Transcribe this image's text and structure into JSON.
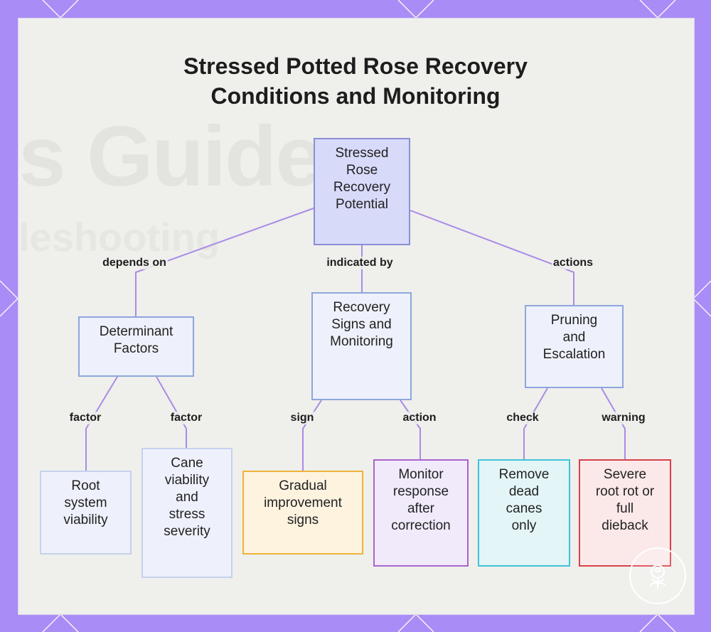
{
  "title": {
    "line1": "Stressed Potted Rose Recovery",
    "line2": "Conditions and Monitoring"
  },
  "background_text": {
    "line1": "s Guide",
    "line2": "leshooting"
  },
  "colors": {
    "frame": "#a98cf6",
    "panel": "#efefec",
    "edge": "#a98be6",
    "primary_fill": "#d8dafa",
    "primary_border": "#8a8fd6",
    "secondary_fill": "#eef1fb",
    "secondary_border": "#8ea6dc"
  },
  "nodes": {
    "root": {
      "lines": [
        "Stressed",
        "Rose",
        "Recovery",
        "Potential"
      ]
    },
    "determinant": {
      "lines": [
        "Determinant",
        "Factors"
      ]
    },
    "recovery_signs": {
      "lines": [
        "Recovery",
        "Signs and",
        "Monitoring"
      ]
    },
    "pruning": {
      "lines": [
        "Pruning",
        "and",
        "Escalation"
      ]
    },
    "root_system": {
      "lines": [
        "Root",
        "system",
        "viability"
      ]
    },
    "cane": {
      "lines": [
        "Cane",
        "viability",
        "and",
        "stress",
        "severity"
      ]
    },
    "gradual": {
      "lines": [
        "Gradual",
        "improvement",
        "signs"
      ]
    },
    "monitor": {
      "lines": [
        "Monitor",
        "response",
        "after",
        "correction"
      ]
    },
    "remove": {
      "lines": [
        "Remove",
        "dead",
        "canes",
        "only"
      ]
    },
    "severe": {
      "lines": [
        "Severe",
        "root rot or",
        "full",
        "dieback"
      ]
    }
  },
  "edge_labels": {
    "depends_on": "depends on",
    "indicated_by": "indicated by",
    "actions": "actions",
    "factor_1": "factor",
    "factor_2": "factor",
    "sign": "sign",
    "action": "action",
    "check": "check",
    "warning": "warning"
  },
  "badge_icon": "rose-emblem-icon"
}
